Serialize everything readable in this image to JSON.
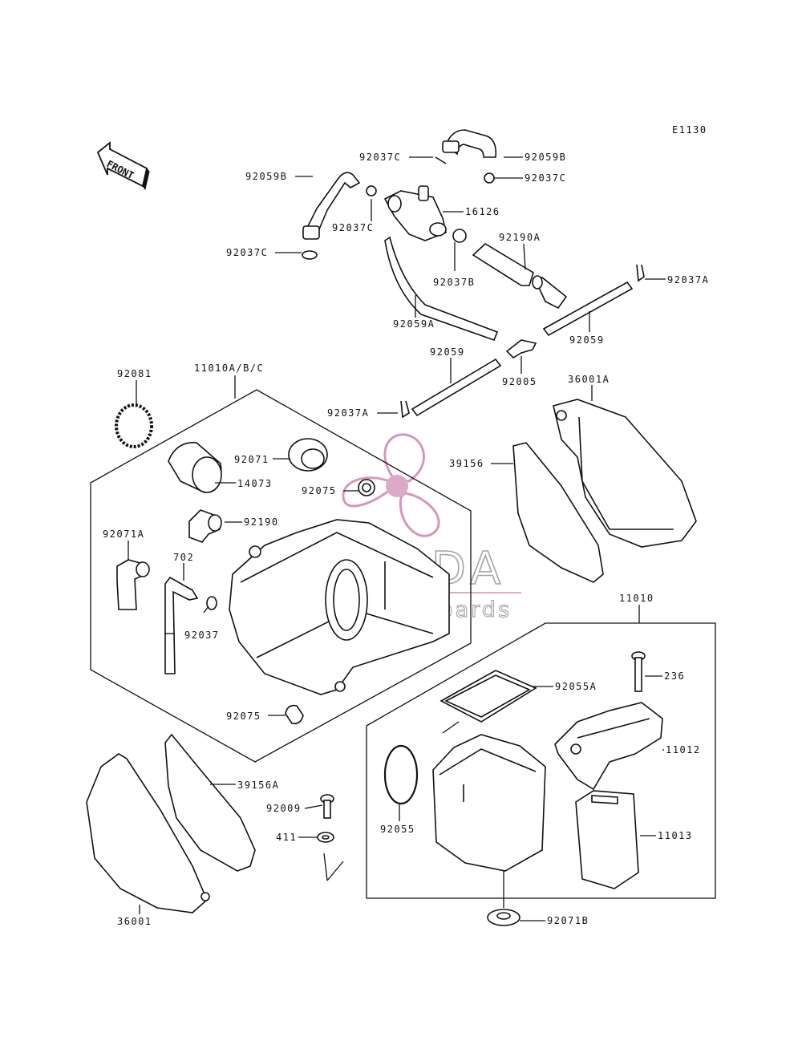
{
  "diagram_code": "E1130",
  "front_label": "FRONT",
  "watermark": {
    "brand": "ARMADA",
    "tagline": "marine outboards",
    "accent": "#d9a0c4"
  },
  "group_labels": {
    "main_box": "11010A/B/C",
    "lower_box": "11010"
  },
  "callouts": [
    {
      "id": "c1",
      "text": "92037C"
    },
    {
      "id": "c2",
      "text": "92059B"
    },
    {
      "id": "c3",
      "text": "92037C"
    },
    {
      "id": "c4",
      "text": "92059B"
    },
    {
      "id": "c5",
      "text": "92037C"
    },
    {
      "id": "c6",
      "text": "16126"
    },
    {
      "id": "c7",
      "text": "92037C"
    },
    {
      "id": "c8",
      "text": "92190A"
    },
    {
      "id": "c9",
      "text": "92037B"
    },
    {
      "id": "c10",
      "text": "92037A"
    },
    {
      "id": "c11",
      "text": "92059A"
    },
    {
      "id": "c12",
      "text": "92059"
    },
    {
      "id": "c13",
      "text": "92059"
    },
    {
      "id": "c14",
      "text": "92005"
    },
    {
      "id": "c15",
      "text": "92081"
    },
    {
      "id": "c16",
      "text": "36001A"
    },
    {
      "id": "c17",
      "text": "92037A"
    },
    {
      "id": "c18",
      "text": "92071"
    },
    {
      "id": "c19",
      "text": "39156"
    },
    {
      "id": "c20",
      "text": "14073"
    },
    {
      "id": "c21",
      "text": "92075"
    },
    {
      "id": "c22",
      "text": "92190"
    },
    {
      "id": "c23",
      "text": "92071A"
    },
    {
      "id": "c24",
      "text": "702"
    },
    {
      "id": "c25",
      "text": "92037"
    },
    {
      "id": "c26",
      "text": "236"
    },
    {
      "id": "c27",
      "text": "92055A"
    },
    {
      "id": "c28",
      "text": "92075"
    },
    {
      "id": "c29",
      "text": "11012"
    },
    {
      "id": "c30",
      "text": "39156A"
    },
    {
      "id": "c31",
      "text": "92009"
    },
    {
      "id": "c32",
      "text": "411"
    },
    {
      "id": "c33",
      "text": "92055"
    },
    {
      "id": "c34",
      "text": "11013"
    },
    {
      "id": "c35",
      "text": "36001"
    },
    {
      "id": "c36",
      "text": "92071B"
    }
  ]
}
